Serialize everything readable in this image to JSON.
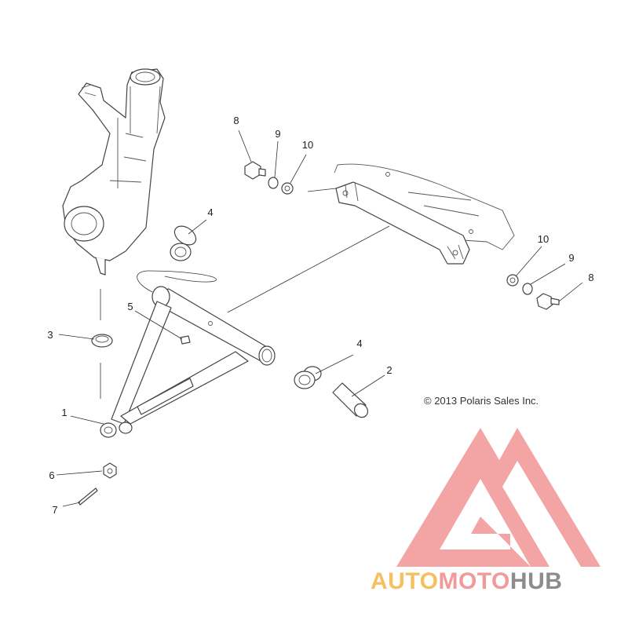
{
  "diagram": {
    "copyright": "© 2013 Polaris Sales Inc.",
    "callouts": [
      {
        "id": "c1",
        "label": "1"
      },
      {
        "id": "c2",
        "label": "2"
      },
      {
        "id": "c3",
        "label": "3"
      },
      {
        "id": "c4a",
        "label": "4"
      },
      {
        "id": "c4b",
        "label": "4"
      },
      {
        "id": "c5",
        "label": "5"
      },
      {
        "id": "c6",
        "label": "6"
      },
      {
        "id": "c7",
        "label": "7"
      },
      {
        "id": "c8a",
        "label": "8"
      },
      {
        "id": "c8b",
        "label": "8"
      },
      {
        "id": "c9a",
        "label": "9"
      },
      {
        "id": "c9b",
        "label": "9"
      },
      {
        "id": "c10a",
        "label": "10"
      },
      {
        "id": "c10b",
        "label": "10"
      }
    ]
  },
  "watermark": {
    "part1": "AUTO",
    "part2": "MOTO",
    "part3": "HUB",
    "colors": {
      "triangle": "#f29a9a",
      "auto": "#f5c060",
      "moto": "#f29a9a",
      "hub": "#8c8c8c"
    }
  }
}
